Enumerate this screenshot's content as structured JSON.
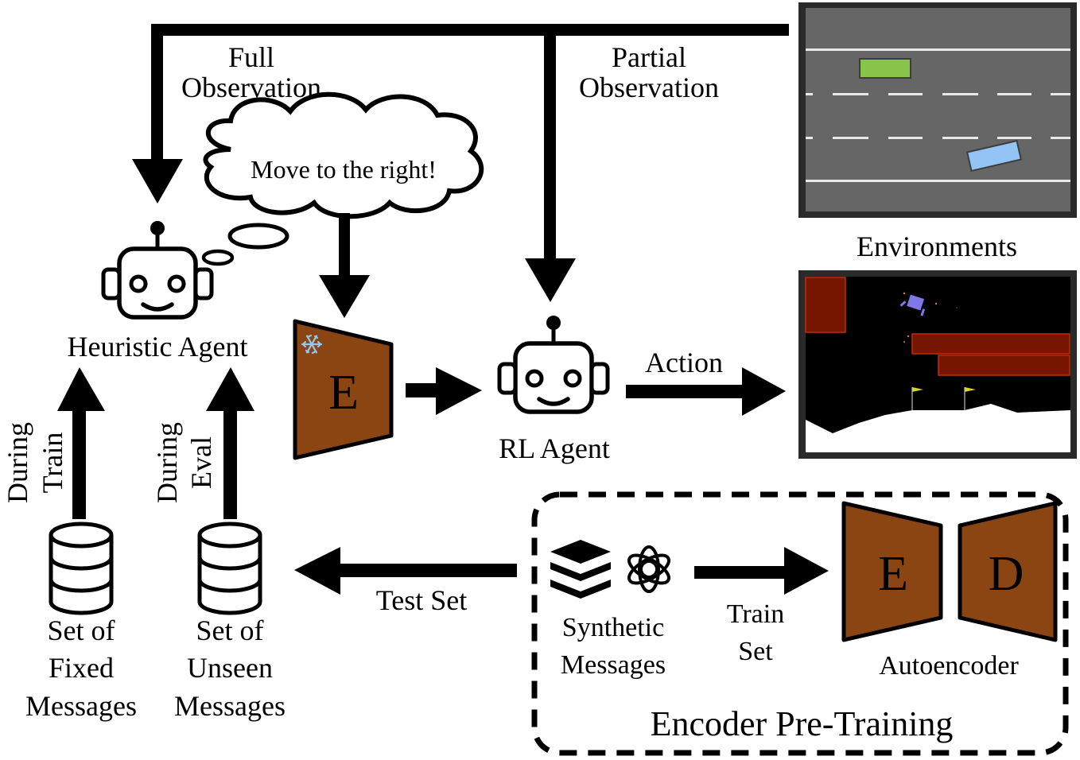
{
  "observations": {
    "full_line1": "Full",
    "full_line2": "Observation",
    "partial_line1": "Partial",
    "partial_line2": "Observation"
  },
  "thought_bubble": {
    "text": "Move to the right!"
  },
  "agents": {
    "heuristic": {
      "label": "Heuristic Agent",
      "icon": "robot-icon"
    },
    "rl": {
      "label": "RL Agent",
      "icon": "robot-icon"
    }
  },
  "encoder": {
    "letter": "E",
    "frozen_icon": "snowflake-icon",
    "color": "#8B4513"
  },
  "action": {
    "label": "Action"
  },
  "environments": {
    "title": "Environments",
    "highway": {
      "background": "#666666",
      "ego_vehicle_color": "#88c34a",
      "other_vehicle_color": "#94c3f5"
    },
    "lunar_lander": {
      "background": "#000000",
      "obstacle_color": "#761500",
      "lander_color": "#8078e8",
      "flag_color": "#d4d42a"
    }
  },
  "datasets": {
    "fixed": {
      "line1": "Set of",
      "line2": "Fixed",
      "line3": "Messages",
      "arrow_line1": "During",
      "arrow_line2": "Train",
      "icon": "database-icon"
    },
    "unseen": {
      "line1": "Set of",
      "line2": "Unseen",
      "line3": "Messages",
      "arrow_line1": "During",
      "arrow_line2": "Eval",
      "icon": "database-icon"
    }
  },
  "test_set": {
    "label": "Test Set"
  },
  "pretraining": {
    "title": "Encoder Pre-Training",
    "synthetic_line1": "Synthetic",
    "synthetic_line2": "Messages",
    "train_line1": "Train",
    "train_line2": "Set",
    "autoencoder_label": "Autoencoder",
    "encoder_letter": "E",
    "decoder_letter": "D",
    "icons": [
      "layers-icon",
      "openai-logo-icon"
    ]
  }
}
